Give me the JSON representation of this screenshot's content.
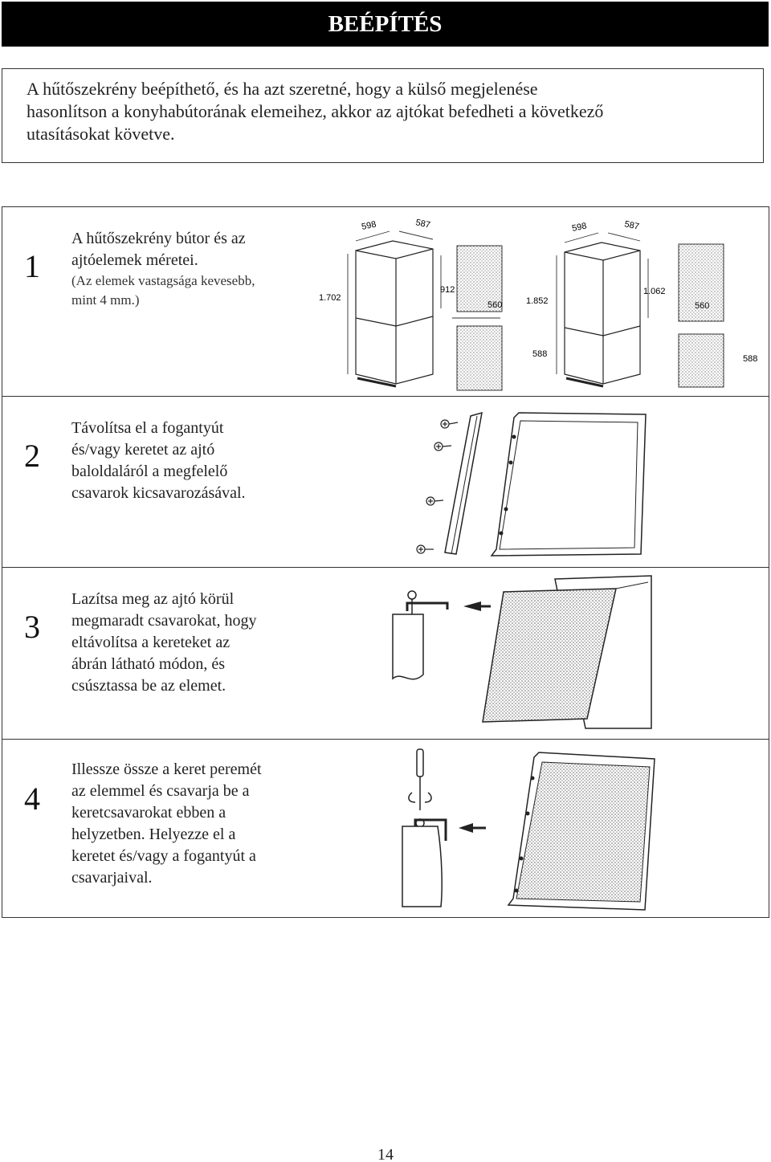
{
  "header": {
    "title": "BEÉPÍTÉS"
  },
  "intro": {
    "lines": [
      "A hűtőszekrény beépíthető, és ha azt szeretné, hogy a külső megjelenése",
      "hasonlítson a konyhabútorának elemeihez, akkor az ajtókat befedheti a következő",
      "utasításokat követve."
    ]
  },
  "steps": [
    {
      "number": "1",
      "lines": [
        "A hűtőszekrény bútor és az",
        "ajtóelemek méretei."
      ],
      "note_lines": [
        "(Az elemek vastagsága kevesebb,",
        "mint 4 mm.)"
      ],
      "dimensions": {
        "left_width": "598",
        "left_depth": "587",
        "left_height": "1.702",
        "left_panel_height": "912",
        "left_panel_width": "560",
        "left_bottom_panel": "588",
        "right_width": "598",
        "right_depth": "587",
        "right_height": "1.852",
        "right_panel_height": "1.062",
        "right_panel_width": "560",
        "right_bottom_panel": "588"
      }
    },
    {
      "number": "2",
      "lines": [
        "Távolítsa el a fogantyút",
        "és/vagy keretet az ajtó",
        "baloldaláról a megfelelő",
        "csavarok kicsavarozásával."
      ]
    },
    {
      "number": "3",
      "lines": [
        "Lazítsa meg az ajtó körül",
        "megmaradt csavarokat, hogy",
        "eltávolítsa a kereteket az",
        "ábrán látható módon, és",
        "csúsztassa be az elemet."
      ]
    },
    {
      "number": "4",
      "lines": [
        "Illessze össze a keret peremét",
        "az elemmel és csavarja be a",
        "keretcsavarokat ebben a",
        "helyzetben. Helyezze el a",
        "keretet és/vagy a fogantyút a",
        "csavarjaival."
      ]
    }
  ],
  "footer": {
    "page_number": "14"
  }
}
